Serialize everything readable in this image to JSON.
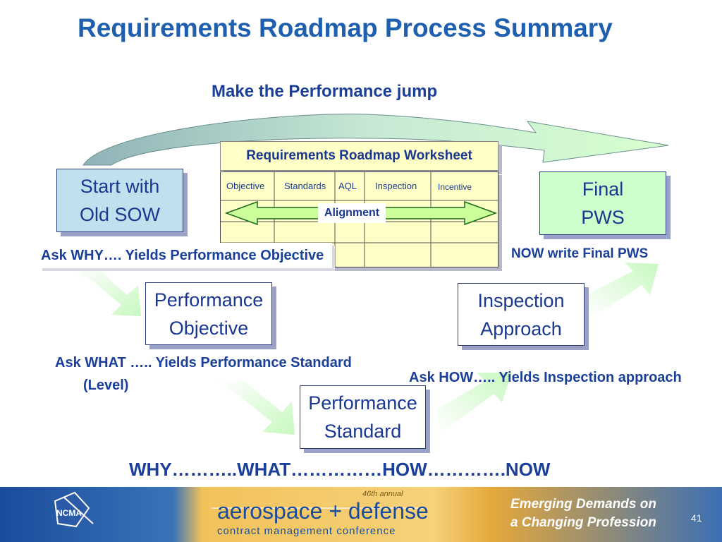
{
  "title": "Requirements Roadmap Process Summary",
  "jump_label": "Make the Performance jump",
  "worksheet": {
    "title": "Requirements Roadmap Worksheet",
    "columns": [
      "Objective",
      "Standards",
      "AQL",
      "Inspection",
      "Incentive"
    ],
    "alignment_label": "Alignment"
  },
  "boxes": {
    "start": "Start with\nOld SOW",
    "final": "Final\nPWS",
    "objective": "Performance\nObjective",
    "standard": "Performance\nStandard",
    "inspection": "Inspection\nApproach"
  },
  "captions": {
    "why": "Ask WHY…. Yields Performance Objective",
    "what_line1": "Ask WHAT ….. Yields Performance Standard",
    "what_line2": "(Level)",
    "how": "Ask HOW….. Yields Inspection approach",
    "now": "NOW write Final PWS",
    "sequence": "WHY………..WHAT……………HOW………….NOW"
  },
  "footer": {
    "logo_text": "NCMA",
    "annual": "46th annual",
    "conference_main": "aerospace + defense",
    "conference_sub": "contract management conference",
    "tagline_line1": "Emerging Demands on",
    "tagline_line2": "a Changing Profession",
    "page_number": "41"
  },
  "colors": {
    "title_blue": "#1f5fb0",
    "text_blue": "#1a3f9a",
    "start_box": "#bfe0ec",
    "final_box": "#ccffcc",
    "worksheet_fill": "#ffffc8",
    "arrow_green": "#ccff99",
    "footer_blue": "#1a4c9c",
    "footer_gold": "#e6a83a"
  }
}
